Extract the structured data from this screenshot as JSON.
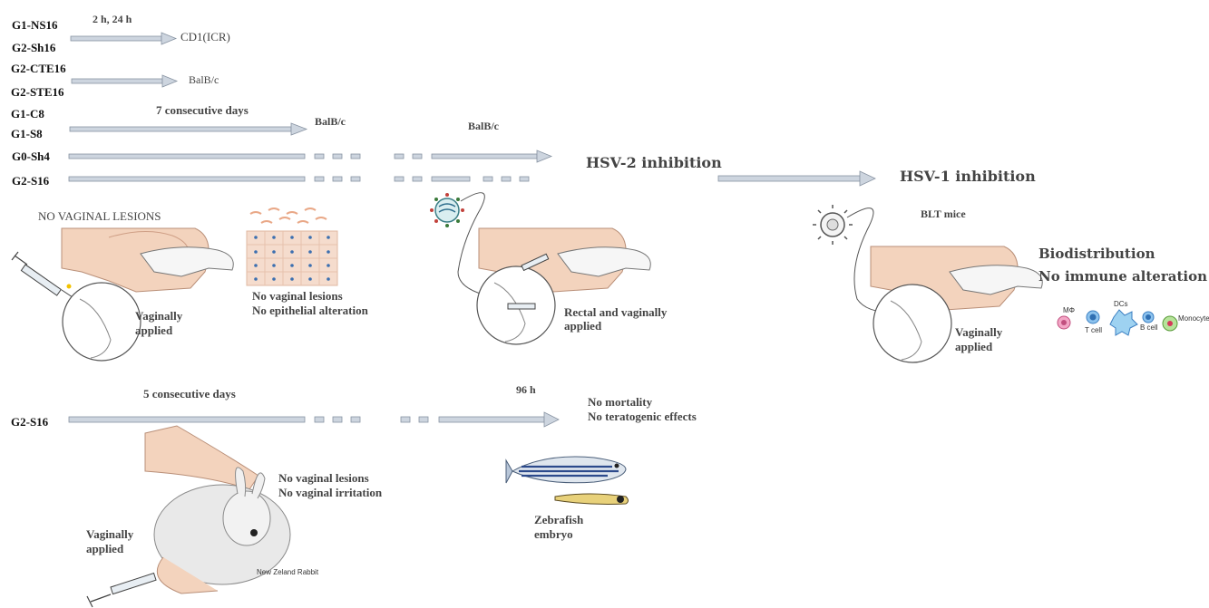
{
  "groups_top": {
    "g1_ns16": "G1-NS16",
    "g2_sh16": "G2-Sh16",
    "g2_cte16": "G2-CTE16",
    "g2_ste16": "G2-STE16",
    "g1_c8": "G1-C8",
    "g1_s8": "G1-S8",
    "g0_sh4": "G0-Sh4",
    "g2_s16": "G2-S16"
  },
  "timelines": {
    "time_2h_24h": "2 h, 24 h",
    "cd1": "CD1(ICR)",
    "balbc_1": "BalB/c",
    "seven_days": "7 consecutive days",
    "balbc_2": "BalB/c",
    "balbc_3": "BalB/c",
    "hsv2": "HSV-2 inhibition",
    "hsv1": "HSV-1 inhibition",
    "blt_mice": "BLT mice"
  },
  "left_panel": {
    "heading": "NO VAGINAL LESIONS",
    "vaginally": "Vaginally",
    "applied": "applied",
    "tissue_line1": "No vaginal lesions",
    "tissue_line2": "No epithelial alteration"
  },
  "middle_panel": {
    "line1": "Rectal and vaginally",
    "line2": "applied"
  },
  "right_panel": {
    "vaginally": "Vaginally",
    "applied": "applied",
    "biodistribution": "Biodistribution",
    "no_immune": "No immune alteration",
    "cells": {
      "macrophage": "MΦ",
      "dcs": "DCs",
      "t_cell": "T cell",
      "b_cell": "B cell",
      "monocyte": "Monocyte"
    }
  },
  "bottom": {
    "five_days": "5 consecutive days",
    "g2_s16": "G2-S16",
    "ninety_six": "96 h",
    "no_mortality": "No mortality",
    "no_teratogenic": "No teratogenic effects",
    "rabbit_line1": "No vaginal lesions",
    "rabbit_line2": "No vaginal irritation",
    "vaginally": "Vaginally",
    "applied": "applied",
    "rabbit_caption": "New Zeland Rabbit",
    "zebrafish": "Zebrafish",
    "embryo": "embryo"
  },
  "colors": {
    "arrow_fill": "#cdd5df",
    "arrow_stroke": "#8893a2",
    "skin": "#f3d3bd",
    "skin_dark": "#e2b59a"
  }
}
